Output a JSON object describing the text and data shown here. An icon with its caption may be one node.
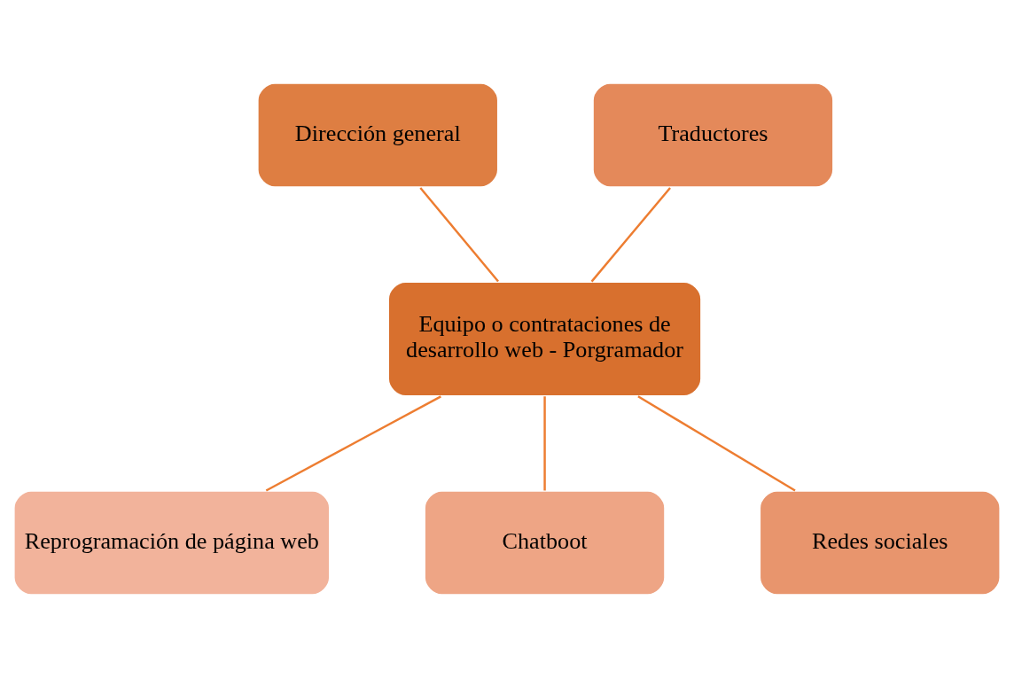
{
  "diagram": {
    "nodes": [
      {
        "text": [
          "Dirección general"
        ]
      },
      {
        "text": [
          "Traductores"
        ]
      },
      {
        "text": [
          "Equipo o contrataciones de desarrollo web - Porgramador"
        ]
      },
      {
        "text": [
          "Reprogramación de página web"
        ]
      },
      {
        "text": [
          "Chatboot"
        ]
      },
      {
        "text": [
          "Redes sociales"
        ]
      }
    ],
    "edges": [
      {
        "from": 0,
        "to": 2,
        "arrow": "none"
      },
      {
        "from": 1,
        "to": 2,
        "arrow": "none"
      },
      {
        "from": 2,
        "to": 3,
        "arrow": "none"
      },
      {
        "from": 2,
        "to": 4,
        "arrow": "none"
      },
      {
        "from": 2,
        "to": 5,
        "arrow": "none"
      }
    ]
  }
}
